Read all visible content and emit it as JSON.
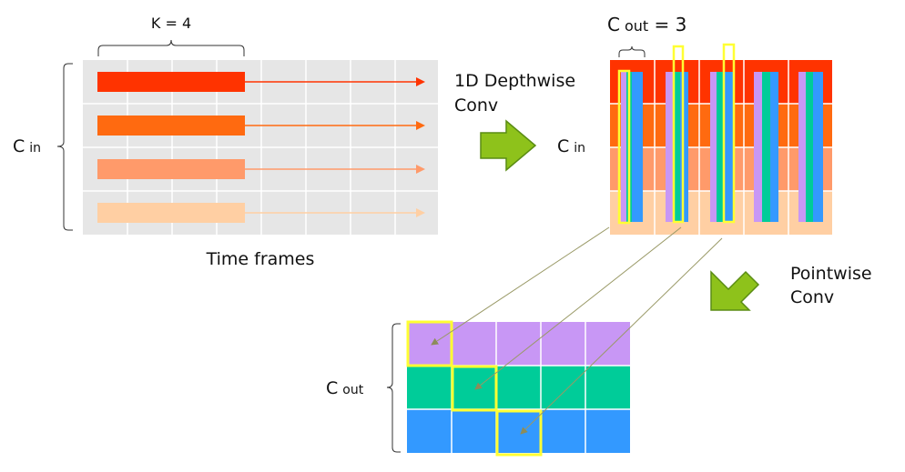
{
  "labels": {
    "kernel_size": "K = 4",
    "cin_main": "C",
    "cin_sub": "in",
    "time_frames": "Time frames",
    "depthwise_line1": "1D Depthwise",
    "depthwise_line2": "Conv",
    "cout_top_main": "C",
    "cout_top_sub": "out",
    "cout_top_value": " = 3",
    "cin_right_main": "C",
    "cin_right_sub": "in",
    "pointwise_line1": "Pointwise",
    "pointwise_line2": "Conv",
    "cout_bottom_main": "C",
    "cout_bottom_sub": "out"
  },
  "colors": {
    "grid_bg": "#e6e6e6",
    "grid_line": "#ffffff",
    "channels": [
      "#ff3300",
      "#ff6a10",
      "#ff9a6a",
      "#ffcfa3"
    ],
    "outputs": [
      "#c897f5",
      "#00cc99",
      "#3399ff"
    ],
    "highlight": "#ffff33",
    "arrow_fill": "#8ec21b",
    "arrow_stroke": "#5a8c14",
    "connector": "#999966"
  },
  "icons": {
    "process_arrow": "block-arrow-right-icon",
    "process_arrow_2": "block-arrow-down-left-icon",
    "brace": "curly-brace-icon"
  }
}
